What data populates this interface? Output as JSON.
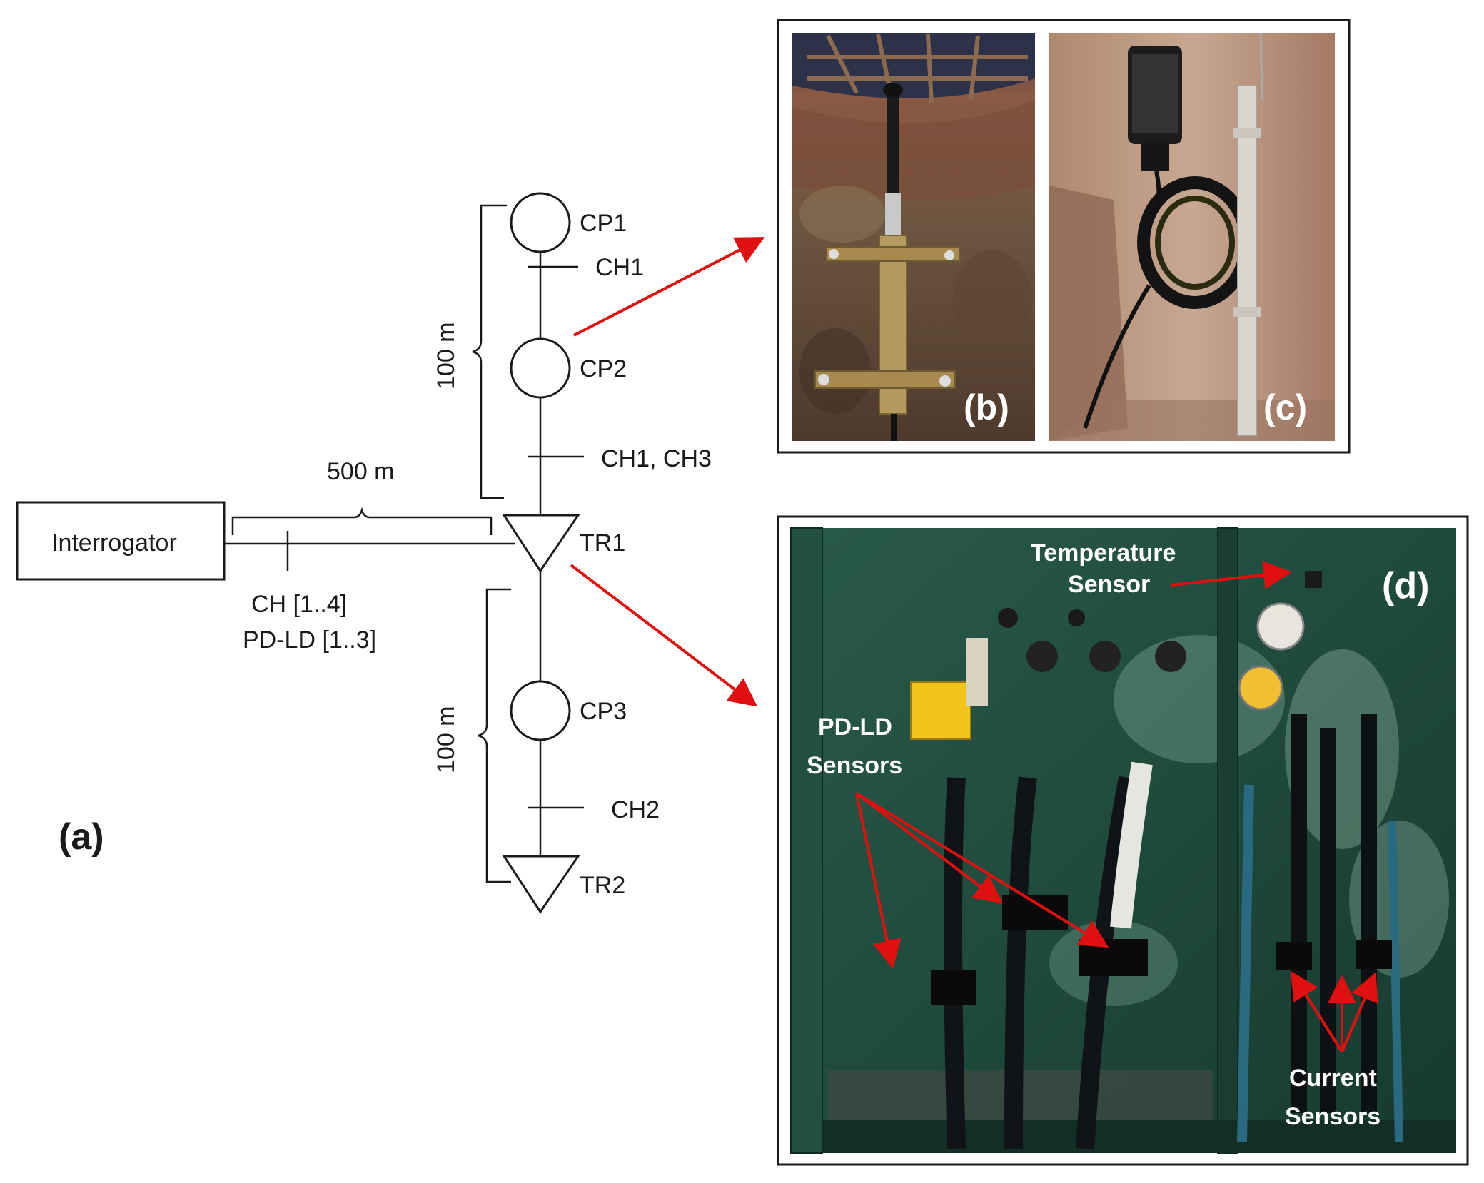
{
  "diagram": {
    "panel_a_label": "(a)",
    "interrogator": "Interrogator",
    "trunk_length": "500 m",
    "trunk_channels": "CH [1..4]",
    "trunk_sensors": "PD-LD [1..3]",
    "upper_branch_length": "100 m",
    "lower_branch_length": "100 m",
    "cp1": "CP1",
    "cp2": "CP2",
    "cp3": "CP3",
    "tr1": "TR1",
    "tr2": "TR2",
    "ch_upper_1": "CH1",
    "ch_upper_2": "CH1, CH3",
    "ch_lower": "CH2"
  },
  "photos": {
    "b_label": "(b)",
    "c_label": "(c)",
    "d_label": "(d)",
    "temperature_sensor_line1": "Temperature",
    "temperature_sensor_line2": "Sensor",
    "pdld_line1": "PD-LD",
    "pdld_line2": "Sensors",
    "current_line1": "Current",
    "current_line2": "Sensors"
  },
  "colors": {
    "arrow": "#e01010",
    "line": "#1a1a1a",
    "cabinet_green": "#1f4a3c"
  }
}
